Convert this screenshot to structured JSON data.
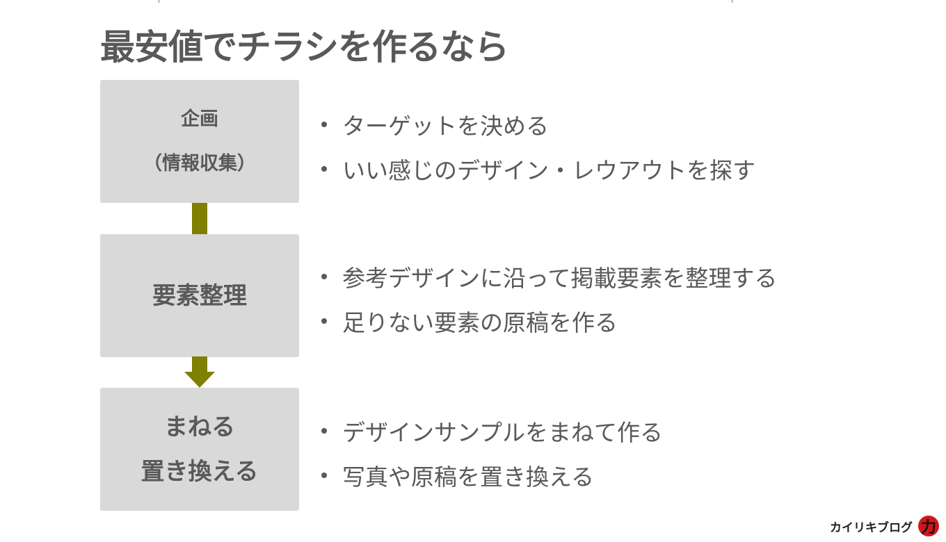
{
  "title": "最安値でチラシを作るなら",
  "steps": [
    {
      "lines": [
        "企画",
        "（情報収集）"
      ],
      "bullets": [
        "ターゲットを決める",
        "いい感じのデザイン・レウアウトを探す"
      ]
    },
    {
      "lines": [
        "要素整理"
      ],
      "bullets": [
        "参考デザインに沿って掲載要素を整理する",
        "足りない要素の原稿を作る"
      ]
    },
    {
      "lines": [
        "まねる",
        "置き換える"
      ],
      "bullets": [
        "デザインサンプルをまねて作る",
        "写真や原稿を置き換える"
      ]
    }
  ],
  "logo": {
    "text": "カイリキブログ",
    "mark": "力"
  },
  "colors": {
    "box": "#d9d9d9",
    "connector": "#7f7f00",
    "text": "#595959"
  }
}
